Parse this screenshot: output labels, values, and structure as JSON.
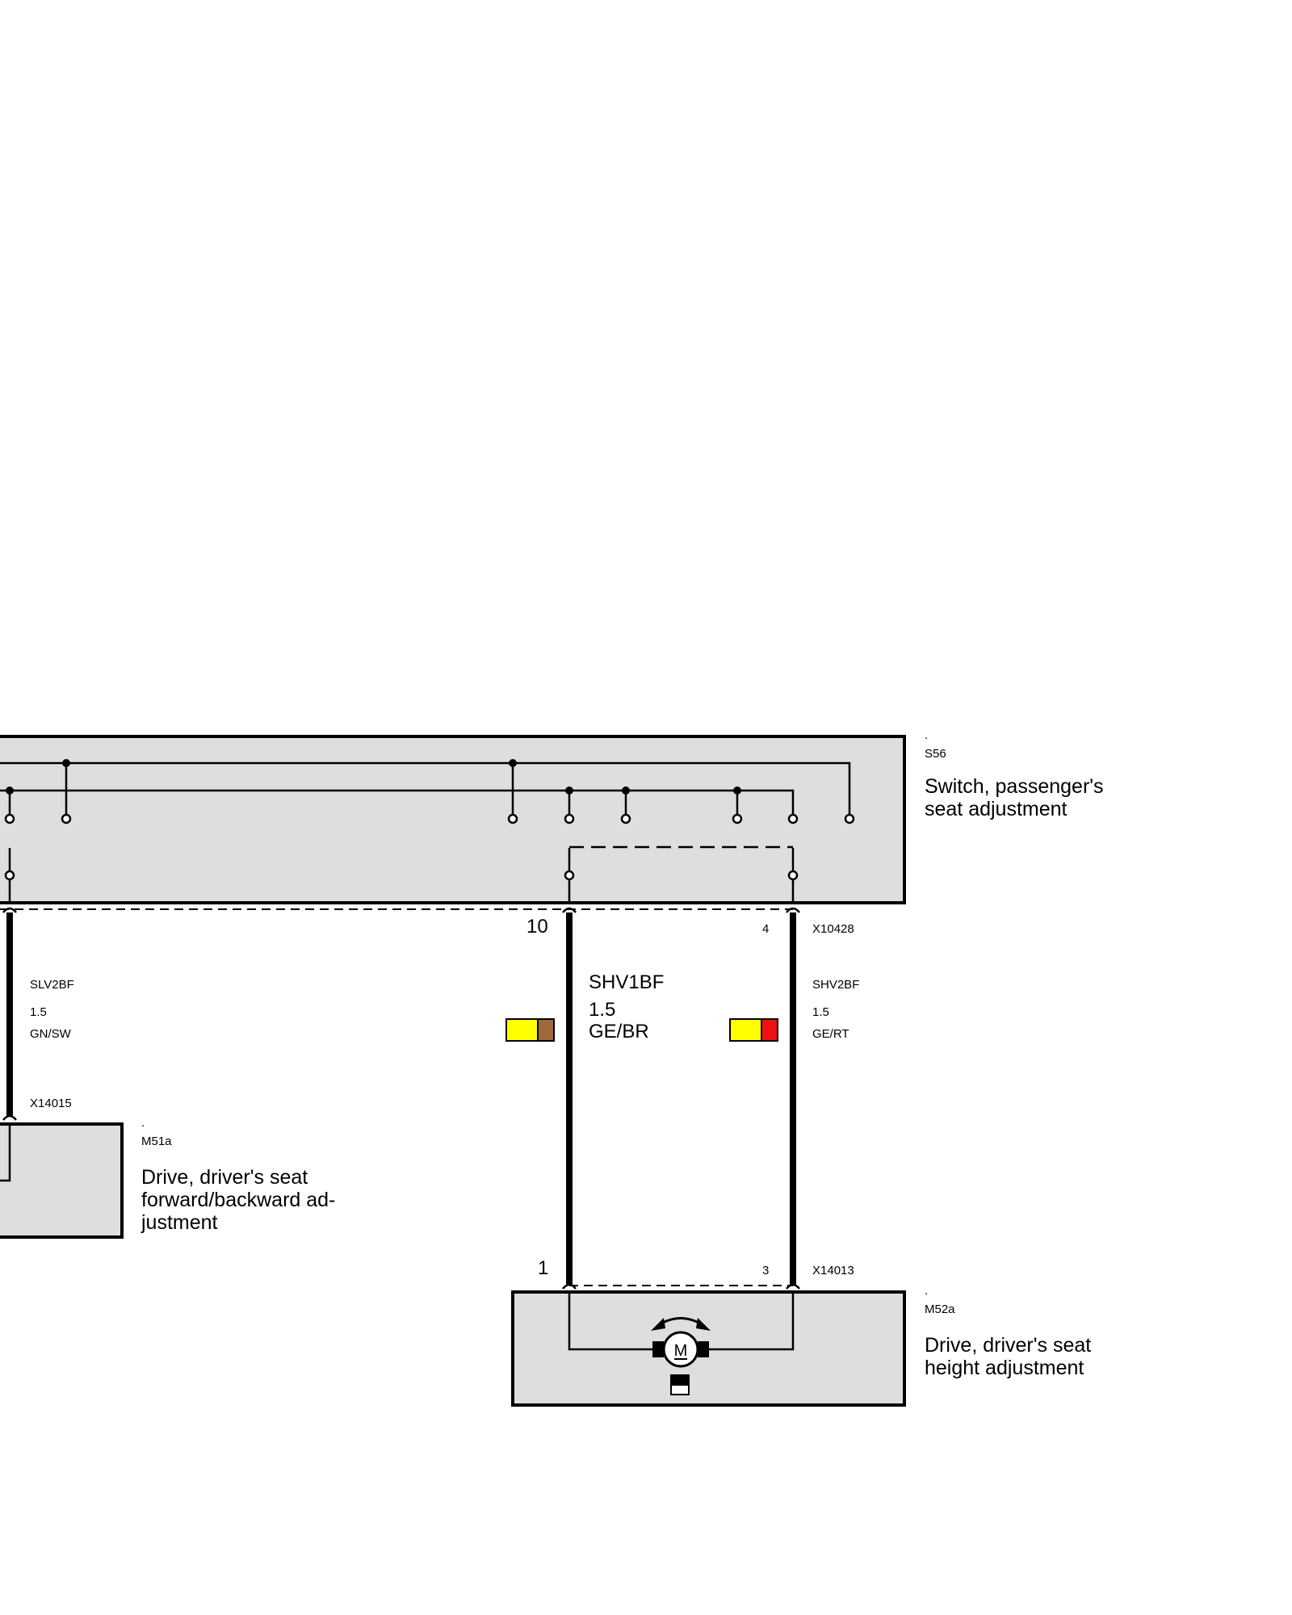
{
  "components": {
    "s56": {
      "dot": ".",
      "code": "S56",
      "desc_line1": "Switch, passenger's",
      "desc_line2": "seat adjustment"
    },
    "m51a": {
      "dot": ".",
      "code": "M51a",
      "desc_line1": "Drive, driver's seat",
      "desc_line2": "forward/backward ad-",
      "desc_line3": "justment"
    },
    "m52a": {
      "dot": ".",
      "code": "M52a",
      "desc_line1": "Drive, driver's seat",
      "desc_line2": "height adjustment",
      "motor_symbol": "M"
    }
  },
  "connectors": {
    "x10428": {
      "name": "X10428",
      "pin_left": "10",
      "pin_right": "4"
    },
    "x14015": {
      "name": "X14015"
    },
    "x14013": {
      "name": "X14013",
      "pin_left": "1",
      "pin_right": "3"
    }
  },
  "wires": {
    "slv2bf": {
      "name": "SLV2BF",
      "gauge": "1.5",
      "color_code": "GN/SW"
    },
    "shv1bf": {
      "name": "SHV1BF",
      "gauge": "1.5",
      "color_code": "GE/BR",
      "swatch": [
        "#ffff00",
        "#a0693c"
      ]
    },
    "shv2bf": {
      "name": "SHV2BF",
      "gauge": "1.5",
      "color_code": "GE/RT",
      "swatch": [
        "#ffff00",
        "#ee1111"
      ]
    }
  },
  "colors": {
    "box_fill": "#dedede",
    "line": "#000000",
    "background": "#ffffff"
  }
}
